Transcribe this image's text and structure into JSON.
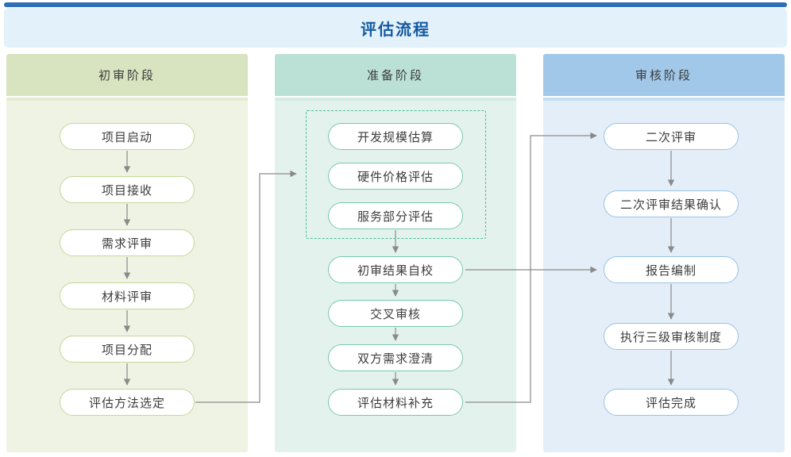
{
  "title": "评估流程",
  "columns": [
    {
      "header": "初审阶段",
      "nodes": [
        "项目启动",
        "项目接收",
        "需求评审",
        "材料评审",
        "项目分配",
        "评估方法选定"
      ]
    },
    {
      "header": "准备阶段",
      "nodes": [
        "开发规模估算",
        "硬件价格评估",
        "服务部分评估",
        "初审结果自校",
        "交叉审核",
        "双方需求澄清",
        "评估材料补充"
      ],
      "dashed_group_node_indices": [
        0,
        1,
        2
      ]
    },
    {
      "header": "审核阶段",
      "nodes": [
        "二次评审",
        "二次评审结果确认",
        "报告编制",
        "执行三级审核制度",
        "评估完成"
      ]
    }
  ],
  "cross_links": [
    {
      "from": "评估方法选定",
      "to": "准备阶段虚线框"
    },
    {
      "from": "初审结果自校",
      "to": "报告编制"
    },
    {
      "from": "评估材料补充",
      "to": "二次评审"
    }
  ],
  "colors": {
    "accent_bar": "#2f6eb6",
    "banner_bg": "#e3f1fb",
    "title_text": "#1459a0",
    "phase1_header_bg": "#d8e4c0",
    "phase1_body_bg": "#eef3e3",
    "phase1_node_border": "#c5d79b",
    "phase2_header_bg": "#bbe1d6",
    "phase2_body_bg": "#e4f2ed",
    "phase2_node_border": "#77c8ad",
    "phase3_header_bg": "#a1c8e9",
    "phase3_body_bg": "#e4eef8",
    "phase3_node_border": "#98c3e6",
    "dashed_box_border": "#4fbf9e",
    "arrow": "#8a8a8a",
    "node_text": "#3d3d3d"
  }
}
